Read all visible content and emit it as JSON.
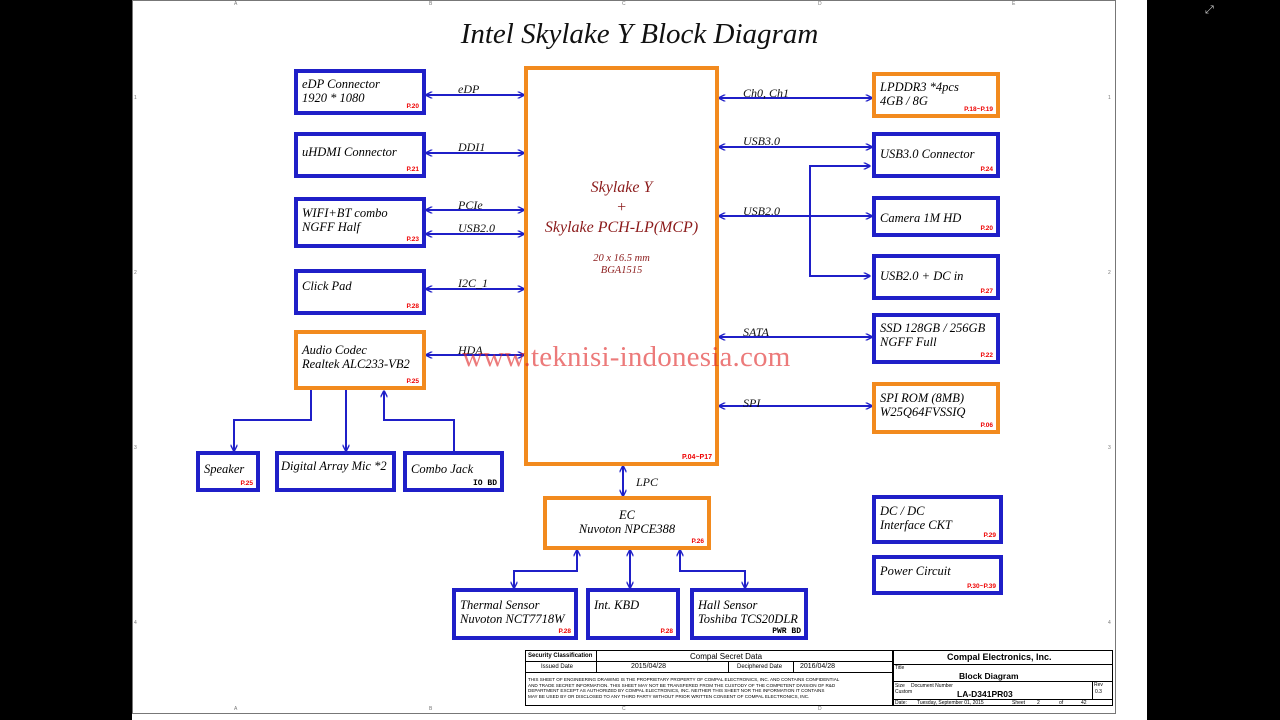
{
  "title": "Intel Skylake Y Block Diagram",
  "grid": {
    "columns": [
      "A",
      "B",
      "C",
      "D",
      "E"
    ],
    "rows": [
      "1",
      "2",
      "3",
      "4"
    ]
  },
  "cpu": {
    "name": "Skylake Y\n+\nSkylake PCH-LP(MCP)",
    "size": "20 x 16.5 mm\nBGA1515",
    "page": "P.04~P17"
  },
  "watermark": "www.teknisi-indonesia.com",
  "blocks": {
    "edp": {
      "label": "eDP Connector\n1920 * 1080",
      "page": "P.20"
    },
    "uhdmi": {
      "label": "uHDMI Connector",
      "page": "P.21"
    },
    "wifi": {
      "label": "WIFI+BT combo\nNGFF Half",
      "page": "P.23"
    },
    "clickpad": {
      "label": "Click Pad",
      "page": "P.28"
    },
    "audio": {
      "label": "Audio Codec\nRealtek ALC233-VB2",
      "page": "P.25"
    },
    "speaker": {
      "label": "Speaker",
      "page": "P.25"
    },
    "dmic": {
      "label": "Digital Array Mic *2"
    },
    "combojack": {
      "label": "Combo Jack",
      "page": "IO BD"
    },
    "ec": {
      "label": "EC\nNuvoton NPCE388",
      "page": "P.26"
    },
    "thermal": {
      "label": "Thermal Sensor\nNuvoton NCT7718W",
      "page": "P.28"
    },
    "kbd": {
      "label": "Int. KBD",
      "page": "P.28"
    },
    "hall": {
      "label": "Hall Sensor\nToshiba TCS20DLR",
      "page": "PWR BD"
    },
    "lpddr3": {
      "label": "LPDDR3 *4pcs\n4GB / 8G",
      "page": "P.18~P.19"
    },
    "usb3conn": {
      "label": "USB3.0 Connector",
      "page": "P.24"
    },
    "camera": {
      "label": "Camera 1M HD",
      "page": "P.20"
    },
    "usb2dc": {
      "label": "USB2.0 + DC in",
      "page": "P.27"
    },
    "ssd": {
      "label": "SSD 128GB / 256GB\nNGFF Full",
      "page": "P.22"
    },
    "spirom": {
      "label": "SPI ROM (8MB)\nW25Q64FVSSIQ",
      "page": "P.06"
    },
    "dcdc": {
      "label": "DC / DC\nInterface CKT",
      "page": "P.29"
    },
    "power": {
      "label": "Power Circuit",
      "page": "P.30~P.39"
    }
  },
  "signals": {
    "edp": "eDP",
    "ddi1": "DDI1",
    "pcie": "PCIe",
    "usb2_wifi": "USB2.0",
    "i2c": "I2C_1",
    "hda": "HDA",
    "lpc": "LPC",
    "ch": "Ch0, Ch1",
    "usb3": "USB3.0",
    "usb2": "USB2.0",
    "sata": "SATA",
    "spi": "SPI"
  },
  "title_block": {
    "security_label": "Security Classification",
    "security_value": "Compal Secret Data",
    "issued_label": "Issued Date",
    "issued_value": "2015/04/28",
    "deciphered_label": "Deciphered Date",
    "deciphered_value": "2016/04/28",
    "notice": "THIS SHEET OF ENGINEERING DRAWING IS THE PROPRIETARY PROPERTY OF COMPAL ELECTRONICS, INC. AND CONTAINS CONFIDENTIAL\nAND TRADE SECRET INFORMATION. THIS SHEET MAY NOT BE TRANSFERED FROM THE CUSTODY OF THE COMPETENT DIVISION OF R&D\nDEPARTMENT EXCEPT AS AUTHORIZED BY COMPAL ELECTRONICS, INC. NEITHER THIS SHEET NOR THE INFORMATION IT CONTAINS\nMAY BE USED BY OR DISCLOSED TO ANY THIRD PARTY WITHOUT PRIOR WRITTEN CONSENT OF COMPAL ELECTRONICS, INC.",
    "company": "Compal Electronics, Inc.",
    "title_label": "Title",
    "title_value": "Block Diagram",
    "size_label": "Size",
    "size_value": "Custom",
    "docnum_label": "Document Number",
    "docnum_value": "LA-D341PR03",
    "rev_label": "Rev",
    "rev_value": "0.3",
    "date_label": "Date:",
    "date_value": "Tuesday, September 01, 2015",
    "sheet_label": "Sheet",
    "sheet_value": "2",
    "of_label": "of",
    "of_value": "42"
  },
  "colors": {
    "block_border": "#1f1fc8",
    "mcp_border": "#f28a1e",
    "arrow": "#1f1fc8",
    "page_ref": "#e00000",
    "cpu_text": "#8b1a1a"
  },
  "corner_icon": "expand-icon"
}
